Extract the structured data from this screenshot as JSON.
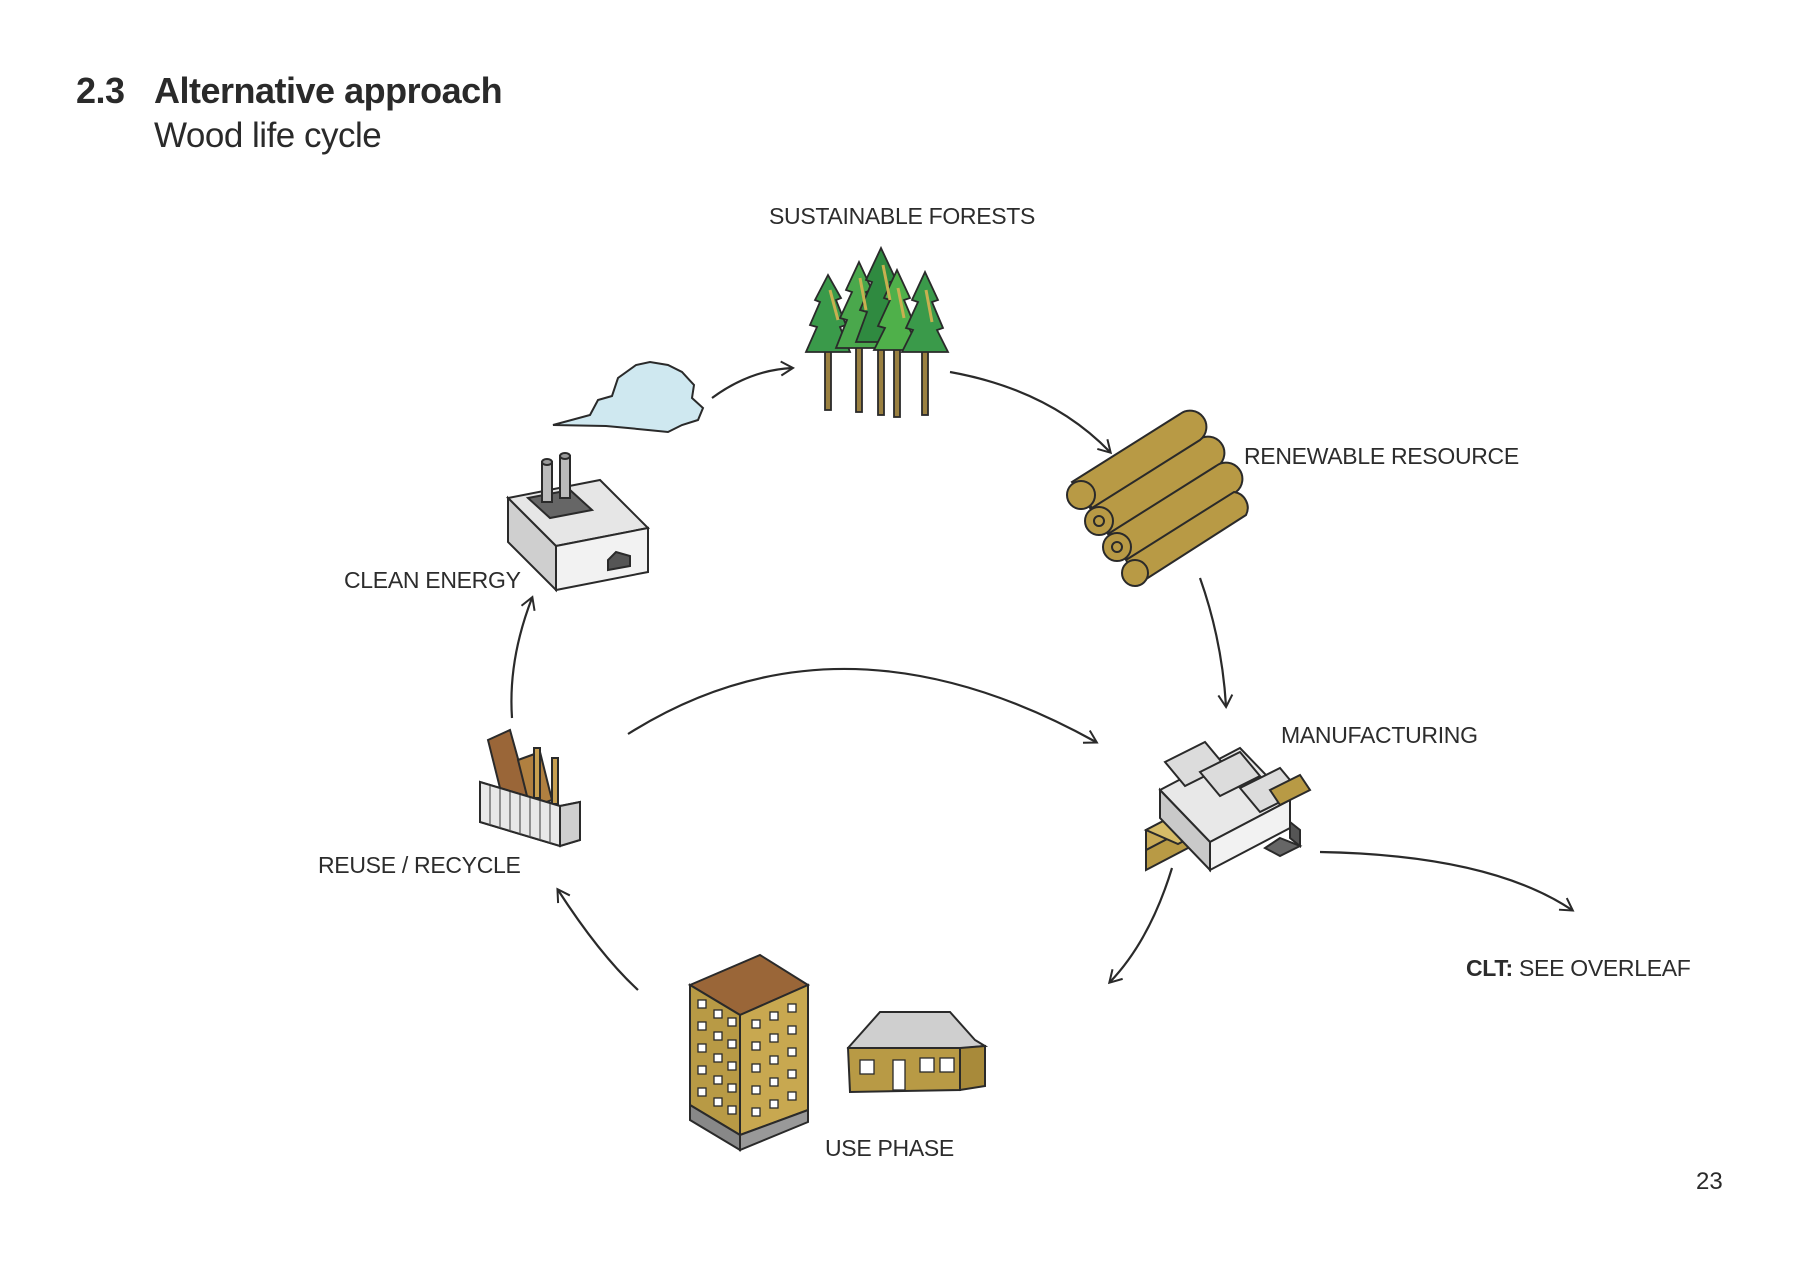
{
  "section": {
    "number": "2.3",
    "title": "Alternative approach",
    "subtitle": "Wood life cycle"
  },
  "stages": {
    "forests": "SUSTAINABLE FORESTS",
    "renewable": "RENEWABLE RESOURCE",
    "manufacturing": "MANUFACTURING",
    "use": "USE PHASE",
    "recycle": "REUSE / RECYCLE",
    "energy": "CLEAN ENERGY"
  },
  "clt_note": {
    "bold": "CLT:",
    "text": " SEE OVERLEAF"
  },
  "page_number": "23",
  "colors": {
    "ink": "#2a2a2a",
    "tree_green": "#3a9a4a",
    "tree_trunk": "#9a8040",
    "wood": "#b89a45",
    "roof": "#9a6638",
    "cloud": "#cfe8f0",
    "grey": "#cfcfcf"
  }
}
